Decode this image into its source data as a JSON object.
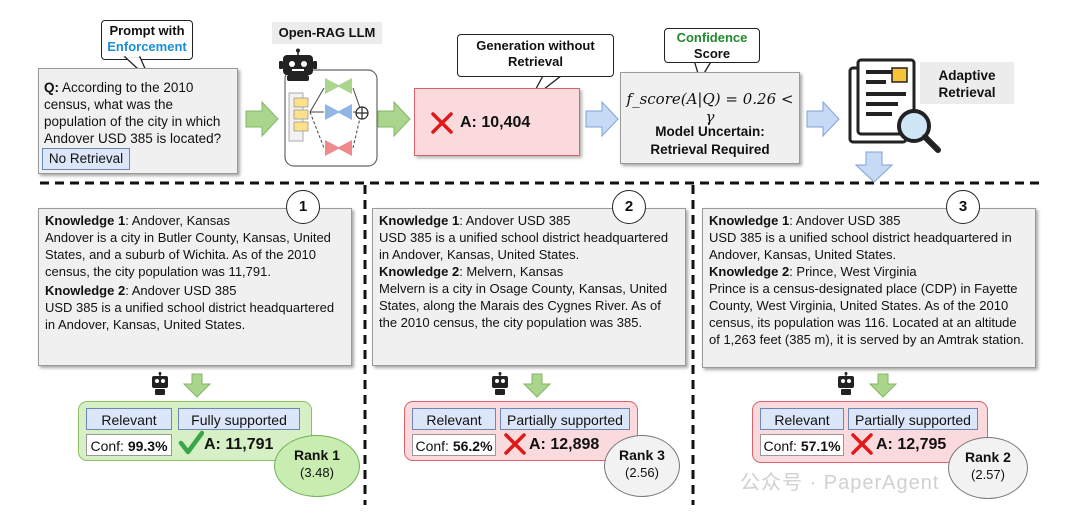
{
  "top": {
    "prompt_callout": {
      "line1": "Prompt with",
      "line2": "Enforcement"
    },
    "question": {
      "q_label": "Q:",
      "text": "According to the 2010 census, what was the population of the city in which Andover USD 385 is located?",
      "tag": "No Retrieval"
    },
    "llm_title": "Open-RAG LLM",
    "generation_callout": {
      "line1": "Generation without",
      "line2": "Retrieval"
    },
    "generation_answer": "A: 10,404",
    "confidence_callout": {
      "line1": "Confidence",
      "line2": "Score"
    },
    "formula": "f_score(A|Q) = 0.26 < γ",
    "uncertain": {
      "line1": "Model Uncertain:",
      "line2": "Retrieval Required"
    },
    "adaptive": {
      "line1": "Adaptive",
      "line2": "Retrieval"
    }
  },
  "panels": [
    {
      "number": "1",
      "k1_label": "Knowledge 1",
      "k1_title": ": Andover, Kansas",
      "k1_text": "Andover is a city in Butler County, Kansas, United States, and a suburb of Wichita. As of the 2010 census, the city population was 11,791.",
      "k2_label": "Knowledge 2",
      "k2_title": ": Andover USD 385",
      "k2_text": "USD 385 is a unified school district headquartered in Andover, Kansas, United States.",
      "relevance": "Relevant",
      "support": "Fully supported",
      "conf_label": "Conf:",
      "conf_value": "99.3%",
      "answer": "A: 11,791",
      "rank": "Rank 1",
      "rank_score": "(3.48)"
    },
    {
      "number": "2",
      "k1_label": "Knowledge 1",
      "k1_title": ": Andover USD 385",
      "k1_text": "USD 385 is a unified school district headquartered in Andover, Kansas, United States.",
      "k2_label": "Knowledge 2",
      "k2_title": ": Melvern, Kansas",
      "k2_text": "Melvern is a city in Osage County, Kansas, United States, along the Marais des Cygnes River. As of the 2010 census, the city population was 385.",
      "relevance": "Relevant",
      "support": "Partially supported",
      "conf_label": "Conf:",
      "conf_value": "56.2%",
      "answer": "A: 12,898",
      "rank": "Rank 3",
      "rank_score": "(2.56)"
    },
    {
      "number": "3",
      "k1_label": "Knowledge 1",
      "k1_title": ": Andover USD 385",
      "k1_text": "USD 385 is a unified school district headquartered in Andover, Kansas, United States.",
      "k2_label": "Knowledge 2",
      "k2_title": ": Prince, West Virginia",
      "k2_text": "Prince is a census-designated place (CDP) in Fayette County, West Virginia, United States. As of the 2010 census, its population was 116. Located at an altitude of 1,263 feet (385 m), it is served by an Amtrak station.",
      "relevance": "Relevant",
      "support": "Partially supported",
      "conf_label": "Conf:",
      "conf_value": "57.1%",
      "answer": "A: 12,795",
      "rank": "Rank 2",
      "rank_score": "(2.57)"
    }
  ],
  "watermark": "公众号 · PaperAgent",
  "colors": {
    "green_fill": "#d6efc4",
    "green_border": "#8cc063",
    "red_fill": "#fadadd",
    "red_border": "#d9646c",
    "blue_cell": "#dbe6f8",
    "enforcement": "#1a8fd6",
    "confidence": "#1f8a2c"
  }
}
